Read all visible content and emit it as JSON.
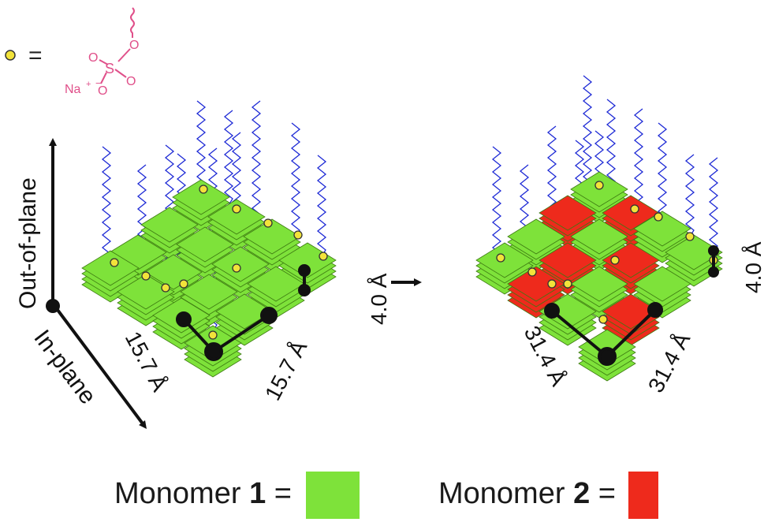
{
  "legend_key": {
    "equals": "=",
    "sodium": "Na",
    "sodium_charge": "+",
    "oxygen_charge": "−",
    "oxygen": "O",
    "sulfur": "S",
    "colors": {
      "bead_fill": "#f2e33a",
      "bead_stroke": "#333333",
      "sulfate": "#e0508a",
      "chain": "#1f2bd6"
    }
  },
  "axes": {
    "out_of_plane": "Out-of-plane",
    "in_plane": "In-plane"
  },
  "left_assembly": {
    "dim_left": "15.7 Å",
    "dim_right": "15.7 Å",
    "dim_vertical": "4.0 Å"
  },
  "right_assembly": {
    "dim_left": "31.4 Å",
    "dim_right": "31.4 Å",
    "dim_vertical": "4.0 Å"
  },
  "legend": {
    "monomer1_prefix": "Monomer ",
    "monomer1_number": "1",
    "monomer1_suffix": " =",
    "monomer1_color": "#7ee23a",
    "monomer2_prefix": "Monomer ",
    "monomer2_number": "2",
    "monomer2_suffix": " =",
    "monomer2_color": "#ee2a1c"
  }
}
